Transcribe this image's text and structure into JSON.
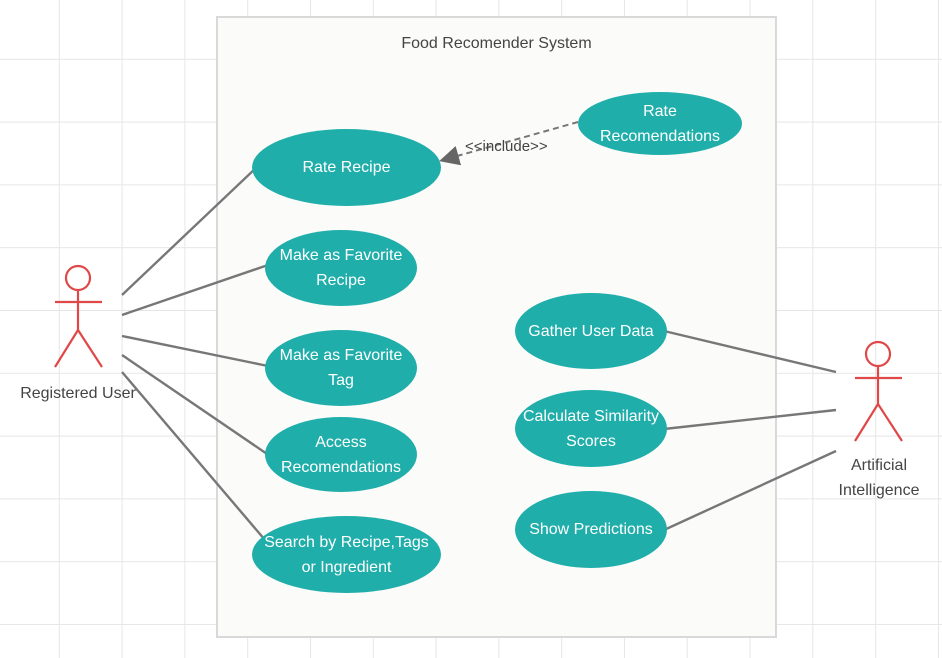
{
  "system": {
    "title": "Food Recomender System"
  },
  "actors": {
    "registered_user": {
      "label": "Registered User"
    },
    "artificial_intelligence": {
      "label": "Artificial\nIntelligence"
    }
  },
  "use_cases": {
    "rate_recipe": "Rate Recipe",
    "rate_recommendations": "Rate Recomendations",
    "favorite_recipe": "Make as Favorite Recipe",
    "favorite_tag": "Make as Favorite Tag",
    "access_recommendations": "Access Recomendations",
    "search": "Search by Recipe,Tags or Ingredient",
    "gather_data": "Gather User Data",
    "similarity": "Calculate Similarity Scores",
    "predictions": "Show Predictions"
  },
  "relations": {
    "include_label": "<<include>>"
  },
  "colors": {
    "usecase_fill": "#20aeaa",
    "actor_stroke": "#e04848",
    "line": "#777777"
  }
}
